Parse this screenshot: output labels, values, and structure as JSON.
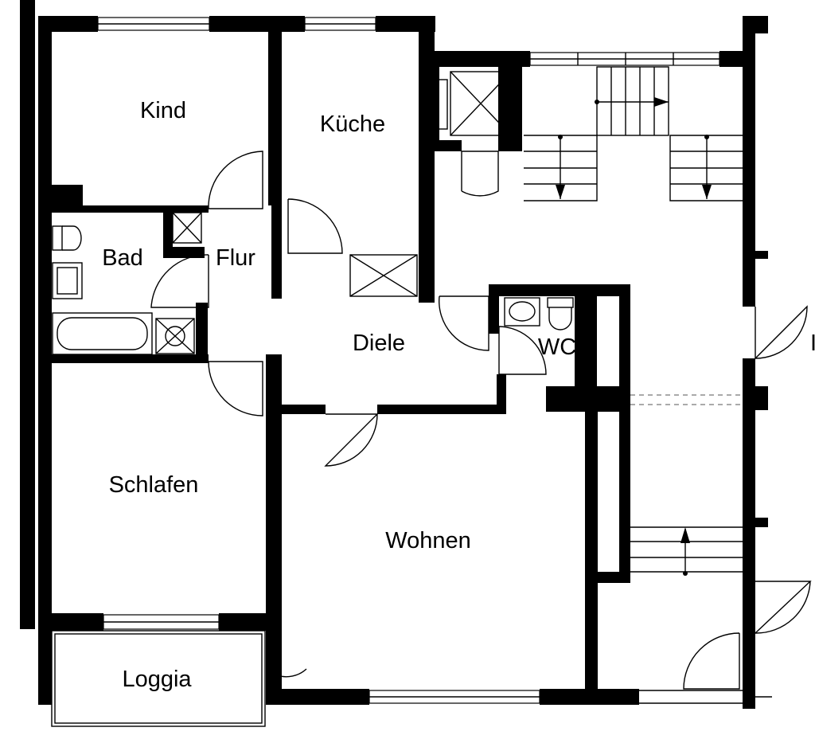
{
  "rooms": {
    "kind": "Kind",
    "kueche": "Küche",
    "bad": "Bad",
    "flur": "Flur",
    "diele": "Diele",
    "wc": "WC",
    "schlafen": "Schlafen",
    "wohnen": "Wohnen",
    "loggia": "Loggia"
  },
  "edge_fragment": "I",
  "colors": {
    "wall": "#000000",
    "background": "#ffffff"
  }
}
